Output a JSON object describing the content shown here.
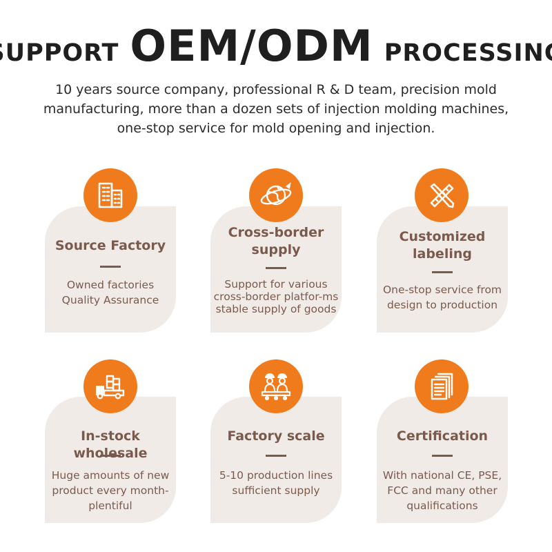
{
  "headline": {
    "prefix": "SUPPORT",
    "highlight": "OEM/ODM",
    "suffix": "PROCESSING"
  },
  "intro": "10 years source company, professional R & D team, precision mold manufacturing, more than a dozen sets of injection molding machines, one-stop service for mold opening and injection.",
  "colors": {
    "accent": "#f07b1c",
    "card_bg": "#f1ebe7",
    "text_brown": "#7a5a4d"
  },
  "features": [
    {
      "icon": "buildings-icon",
      "title": "Source Factory",
      "desc": "Owned factories Quality Assurance"
    },
    {
      "icon": "globe-plane-icon",
      "title": "Cross-border supply",
      "desc": "Support for various cross-border platfor-ms stable supply of goods"
    },
    {
      "icon": "ruler-pencil-icon",
      "title": "Customized labeling",
      "desc": "One-stop service from design to production"
    },
    {
      "icon": "delivery-truck-icon",
      "title": "In-stock wholesale",
      "desc": "Huge amounts of new product every month-plentiful"
    },
    {
      "icon": "factory-workers-icon",
      "title": "Factory scale",
      "desc": "5-10 production lines sufficient supply"
    },
    {
      "icon": "documents-icon",
      "title": "Certification",
      "desc": "With national CE, PSE, FCC and many other qualifications"
    }
  ]
}
